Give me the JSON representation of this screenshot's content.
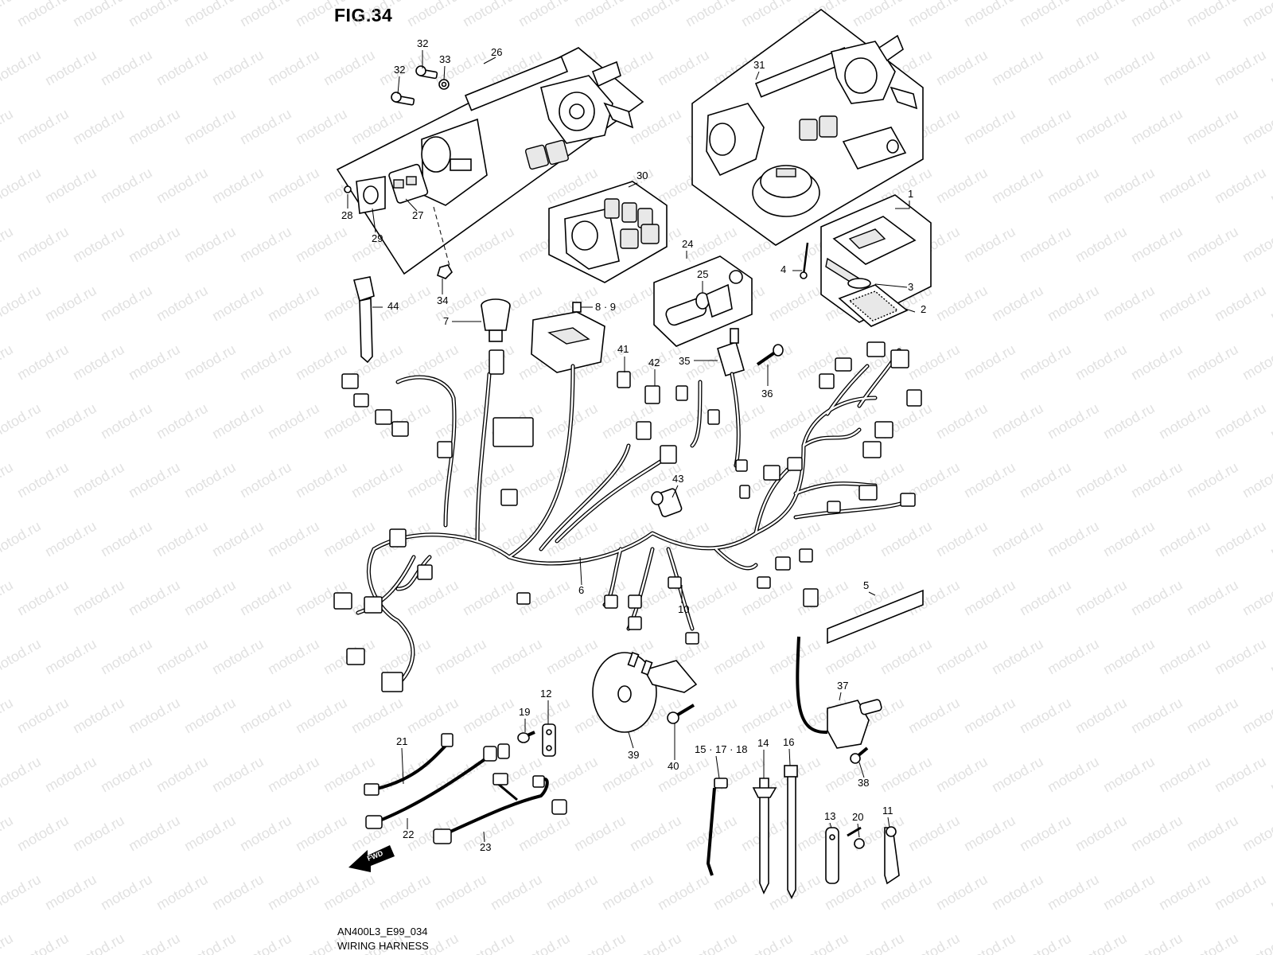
{
  "figure": {
    "title": "FIG.34",
    "code": "AN400L3_E99_034",
    "name": "WIRING HARNESS",
    "watermark": "motod.ru",
    "fwd_label": "FWD"
  },
  "part_labels": {
    "p1": "1",
    "p2": "2",
    "p3": "3",
    "p4": "4",
    "p5": "5",
    "p6": "6",
    "p7": "7",
    "p8_9": "8 · 9",
    "p10": "10",
    "p11": "11",
    "p12": "12",
    "p13": "13",
    "p14": "14",
    "p15_17_18": "15 · 17 · 18",
    "p16": "16",
    "p19": "19",
    "p20": "20",
    "p21": "21",
    "p22": "22",
    "p23": "23",
    "p24": "24",
    "p25": "25",
    "p26": "26",
    "p27": "27",
    "p28": "28",
    "p29": "29",
    "p30": "30",
    "p31": "31",
    "p32a": "32",
    "p32b": "32",
    "p33": "33",
    "p34": "34",
    "p35": "35",
    "p36": "36",
    "p37": "37",
    "p38": "38",
    "p39": "39",
    "p40": "40",
    "p41": "41",
    "p42": "42",
    "p43": "43",
    "p44": "44"
  }
}
